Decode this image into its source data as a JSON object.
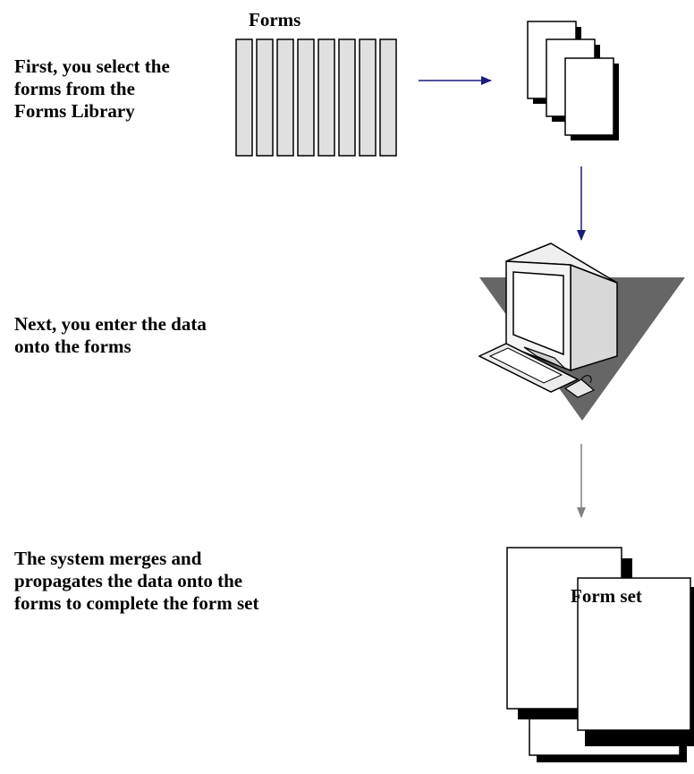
{
  "steps": [
    {
      "text": "First, you select the\nforms from the\nForms Library"
    },
    {
      "text": "Next, you enter the data\nonto the forms"
    },
    {
      "text": "The system merges and\npropagates the data onto the\nforms to complete the form set"
    }
  ],
  "labels": {
    "forms_library": "Forms",
    "form_set": "Form set"
  },
  "colors": {
    "arrow_blue": "#1a1a80",
    "arrow_gray": "#808080",
    "shelf_fill": "#e0e0e0",
    "triangle": "#666666"
  },
  "icons": [
    "forms-library-icon",
    "selected-forms-stack-icon",
    "computer-workstation-icon",
    "form-set-stack-icon"
  ]
}
